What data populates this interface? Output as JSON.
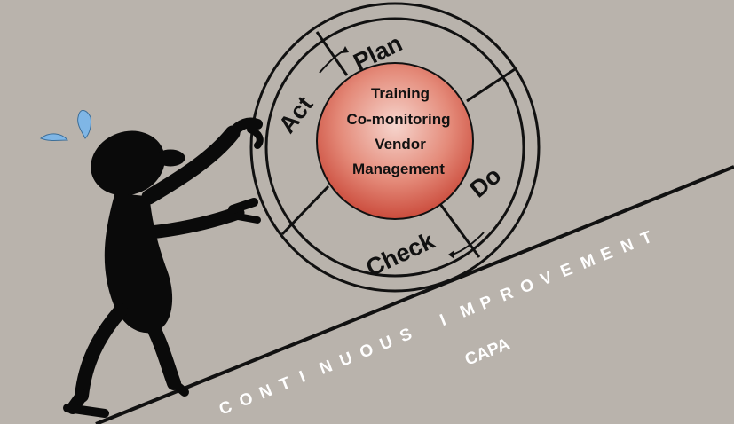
{
  "cycle": {
    "segments": [
      {
        "id": "plan",
        "label": "Plan"
      },
      {
        "id": "do",
        "label": "Do"
      },
      {
        "id": "check",
        "label": "Check"
      },
      {
        "id": "act",
        "label": "Act"
      }
    ],
    "core_items": [
      "Training",
      "Co-monitoring",
      "Vendor",
      "Management"
    ]
  },
  "slope": {
    "text": "CONTINUOUS IMPROVEMENT",
    "sublabel": "CAPA"
  },
  "colors": {
    "background": "#b9b3ac",
    "core_fill_center": "#f3c9bf",
    "core_fill_edge": "#c94234",
    "outline": "#111111",
    "slope_text": "#ffffff",
    "sweat_drop": "#7fb6e6"
  },
  "icons": [
    "stick-figure-pushing",
    "sweat-drop-icon",
    "arrow-icon"
  ]
}
